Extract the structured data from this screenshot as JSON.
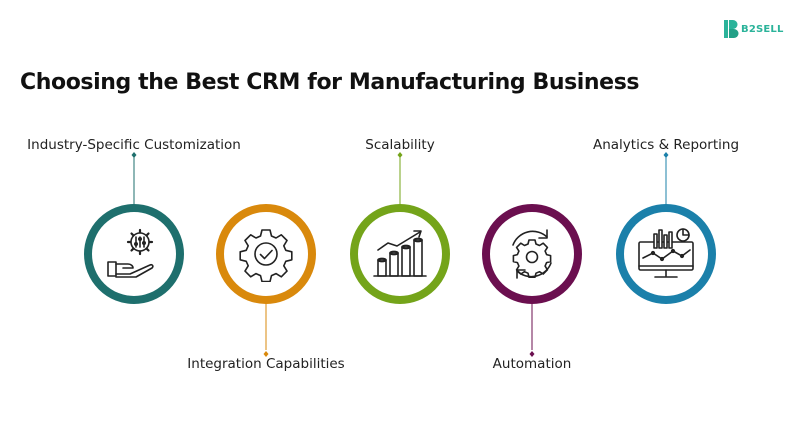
{
  "logo": {
    "text": "B2SELL",
    "color": "#2bb39a"
  },
  "title": "Choosing the Best CRM for Manufacturing Business",
  "items": [
    {
      "label": "Industry-Specific Customization",
      "color": "#1e6f6d",
      "icon": "hand-gear-icon"
    },
    {
      "label": "Integration Capabilities",
      "color": "#d9890c",
      "icon": "gear-check-icon"
    },
    {
      "label": "Scalability",
      "color": "#74a41a",
      "icon": "growth-chart-icon"
    },
    {
      "label": "Automation",
      "color": "#6b0f4f",
      "icon": "automation-gear-icon"
    },
    {
      "label": "Analytics & Reporting",
      "color": "#1b80aa",
      "icon": "analytics-dashboard-icon"
    }
  ]
}
